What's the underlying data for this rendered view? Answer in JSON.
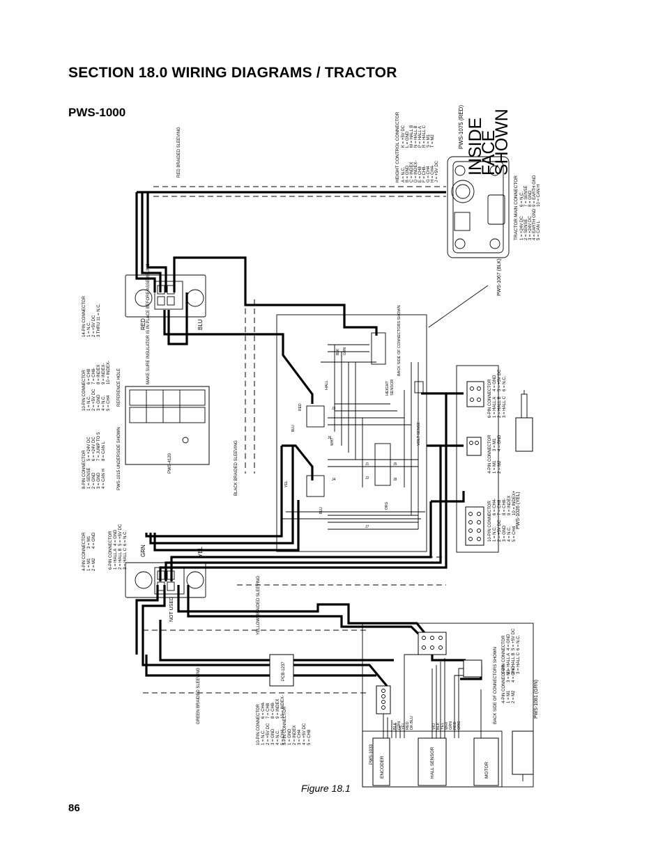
{
  "header": {
    "section_title": "SECTION 18.0 WIRING DIAGRAMS / TRACTOR",
    "subtitle": "PWS-1000"
  },
  "figure": {
    "caption": "Figure 18.1",
    "page_number": "86"
  },
  "labels": {
    "pws1075_red": "PWS-1075 (RED)",
    "inside": "INSIDE",
    "face": "FACE",
    "shown": "SHOWN",
    "height_control_connector": "HEIGHT CONTROL CONNECTOR",
    "height_control_pins": [
      "A = N.C.",
      "B = GND",
      "C = INDEX",
      "D = INDEX-",
      "E = CH8",
      "F = CH8-",
      "G = CH4",
      "H = CH4-",
      "J = +5V DC",
      "K = +5V DC",
      "L = GND",
      "M = HALL B",
      "N = HALL B",
      "P = HALL A",
      "R = HALL C",
      "S = M1",
      "T = M2"
    ],
    "red_braided_sleeving": "RED BRAIDED SLEEVING",
    "tractor_main_connector": "TRACTOR MAIN CONNECTOR",
    "tractor_main_pins": [
      "1 = +24V DC",
      "2 = SENSE",
      "3 = +24V DC",
      "4 = EARTH GND",
      "5 = CAN L",
      "6 = N.C.",
      "7 = SENSE",
      "8 = GND",
      "9 = EARTH GND",
      "10 = CAN H"
    ],
    "pws1067_blk": "PWS-1067 (BLK)",
    "fourteen_pin_connector": "14-PIN CONNECTOR",
    "fourteen_pin_lines": [
      "1 = N.C.",
      "2 = +5V DC",
      "3 THRU 11 = N.C."
    ],
    "red": "RED",
    "blu": "BLU",
    "reference_hole": "REFERENCE HOLE",
    "make_sure_insulator": "MAKE SURE INSULATOR IS IN PLACE BEFORE ASSEMBLING",
    "ten_pin_connector_a": "10-PIN CONNECTOR",
    "ten_pin_lines_a": [
      "1 = N.C.",
      "2 = +5V DC",
      "3 = GND",
      "4 = N.C.",
      "5 = CH4",
      "6 = CH8",
      "7 = CH8-",
      "8 = INDEX",
      "9 = INDEX-",
      "10 = INDEX-"
    ],
    "pws4120": "PWS-4120",
    "pws1015": "PWS-1015 UNDERSIDE SHOWN",
    "eight_pin_connector_a": "8-PIN CONNECTOR",
    "eight_pin_lines_a": [
      "1 = SENSE",
      "2 = GND",
      "3 = GND",
      "4 = CAN H",
      "5 = +24V DC",
      "6 = +24V DC",
      "7 = JUMP TO 5",
      "8 = CAN L"
    ],
    "black_braided_sleeving": "BLACK BRAIDED SLEEVING",
    "four_pin_connector_a": "4-PIN CONNECTOR",
    "four_pin_lines_a": [
      "1 = M1",
      "2 = M2",
      "3 = M1",
      "4 = GND"
    ],
    "six_pin_connector_a": "6-PIN CONNECTOR",
    "six_pin_lines_a": [
      "1 = HALL A",
      "2 = HALL B",
      "3 = HALL C",
      "4 = GND",
      "5 = +5V DC",
      "6 = N.C."
    ],
    "grn": "GRN",
    "yel": "YEL",
    "not_used": "NOT USED",
    "yellow_braided_sleeving": "YELLOW BRAIDED SLEEVING",
    "pcb_1237": "PCB-1237",
    "green_braided_sleeving": "GREEN BRAIDED SLEEVING",
    "ten_pin_connector_b": "10-PIN CONNECTOR",
    "ten_pin_lines_b": [
      "1 = N.C.",
      "2 = +5V DC",
      "3 = GND",
      "4 = N.C.",
      "5 = CH4",
      "6 = CH4-",
      "7 = CH8",
      "8 = CH8-",
      "9 = INDEX",
      "10 = INDEX-"
    ],
    "five_pin_connector": "5-PIN CONNECTOR",
    "five_pin_lines": [
      "1 = GND",
      "2 = INDEX",
      "3 = CH4",
      "4 = +5V DC",
      "5 = CH8"
    ],
    "back_side_connectors": "BACK SIDE OF CONNECTORS SHOWN",
    "encoder_wires": [
      "BLK",
      "GRN",
      "YEL",
      "RED",
      "DK BLU"
    ],
    "hall_wires": [
      "VIO",
      "BLK",
      "YEL",
      "WHT",
      "GRN",
      "RED",
      "ORG"
    ],
    "pws1033": "PWS-1033",
    "encoder": "ENCODER",
    "hall_sensor": "HALL SENSOR",
    "motor": "MOTOR",
    "four_pin_connector_b": "4-PIN CONNECTOR",
    "four_pin_lines_b": [
      "1 = M1",
      "2 = M2",
      "3 = M1",
      "4 = GND"
    ],
    "six_pin_connector_b": "6-PIN CONNECTOR",
    "six_pin_lines_b": [
      "1 = HALL A",
      "2 = HALL B",
      "3 = HALL C",
      "4 = GND",
      "5 = +5V DC",
      "6 = N.C."
    ],
    "pws1081_grn": "PWS-1081 (GRN)",
    "six_pin_connector_c": "6-PIN CONNECTOR",
    "six_pin_lines_c": [
      "1 = HALL A",
      "2 = HALL B",
      "3 = HALL C",
      "4 = GND",
      "5 = +5V DC",
      "6 = N.C."
    ],
    "four_pin_connector_c": "4-PIN CONNECTOR",
    "four_pin_lines_c": [
      "1 = M1",
      "2 = M2",
      "3 = M1",
      "4 = GND"
    ],
    "ten_pin_connector_c": "10-PIN CONNECTOR",
    "ten_pin_lines_c": [
      "1 = N.C.",
      "2 = +5V DC",
      "3 = GND",
      "4 = N.C.",
      "5 = CH4",
      "6 = CH4-",
      "7 = CH8",
      "8 = CH8-",
      "9 = INDEX",
      "10 = INDEX+"
    ],
    "pws1026_yel": "PWS-1026 (YEL)",
    "back_side_connectors_top": "BACK SIDE OF CONNECTORS SHOWN",
    "pcb_wires": [
      "RED",
      "BLU",
      "BLK",
      "GRN",
      "WHT",
      "YEL",
      "ORG",
      "BLU"
    ],
    "pcb_labels": [
      "J3",
      "J4",
      "J1",
      "J2",
      "J5",
      "J8",
      "J7",
      "J6",
      "HALL",
      "VOLT SENSE",
      "HEIGHT",
      "SENSOR"
    ]
  }
}
